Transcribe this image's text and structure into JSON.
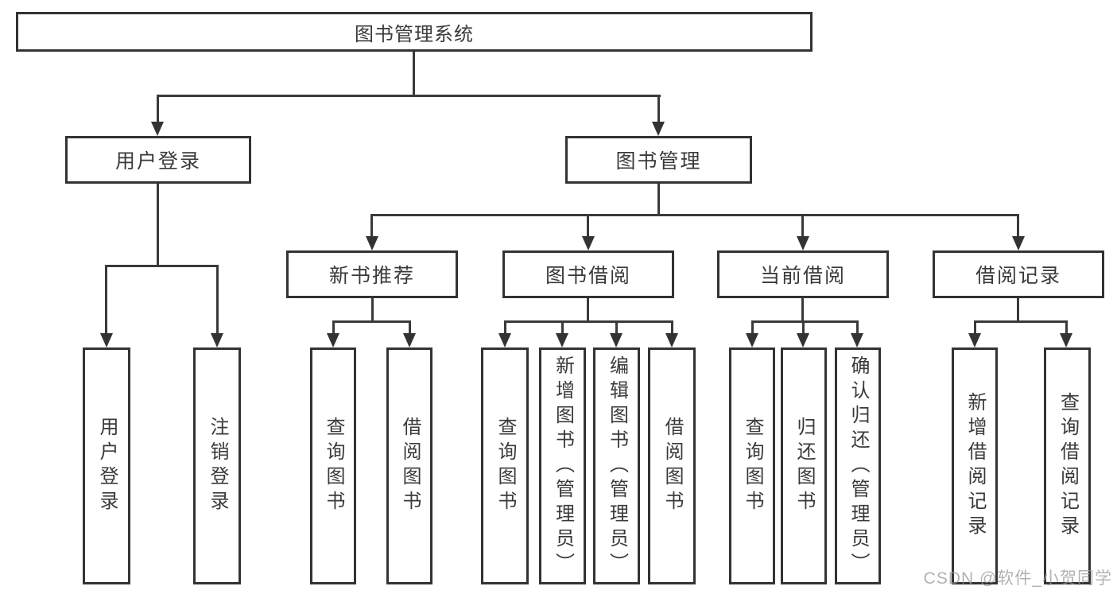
{
  "diagram": {
    "title_node": "图书管理系统",
    "watermark": "CSDN @软件_小贺同学",
    "colors": {
      "line": "#3a3a3a",
      "border": "#333333",
      "text": "#3a3a3a",
      "background": "#ffffff",
      "watermark": "#999999"
    },
    "level2": [
      {
        "id": "user-login",
        "label": "用户登录"
      },
      {
        "id": "book-management",
        "label": "图书管理"
      }
    ],
    "level3": [
      {
        "id": "new-book-recommend",
        "label": "新书推荐"
      },
      {
        "id": "book-borrow",
        "label": "图书借阅"
      },
      {
        "id": "current-borrow",
        "label": "当前借阅"
      },
      {
        "id": "borrow-records",
        "label": "借阅记录"
      }
    ],
    "leaves": {
      "user_login": [
        {
          "label": "用户登录"
        },
        {
          "label": "注销登录"
        }
      ],
      "new_book": [
        {
          "label": "查询图书"
        },
        {
          "label": "借阅图书"
        }
      ],
      "book_borrow": [
        {
          "label": "查询图书"
        },
        {
          "label": "新增图书（管理员）"
        },
        {
          "label": "编辑图书（管理员）"
        },
        {
          "label": "借阅图书"
        }
      ],
      "current_borrow": [
        {
          "label": "查询图书"
        },
        {
          "label": "归还图书"
        },
        {
          "label": "确认归还（管理员）"
        }
      ],
      "borrow_records": [
        {
          "label": "新增借阅记录"
        },
        {
          "label": "查询借阅记录"
        }
      ]
    }
  }
}
